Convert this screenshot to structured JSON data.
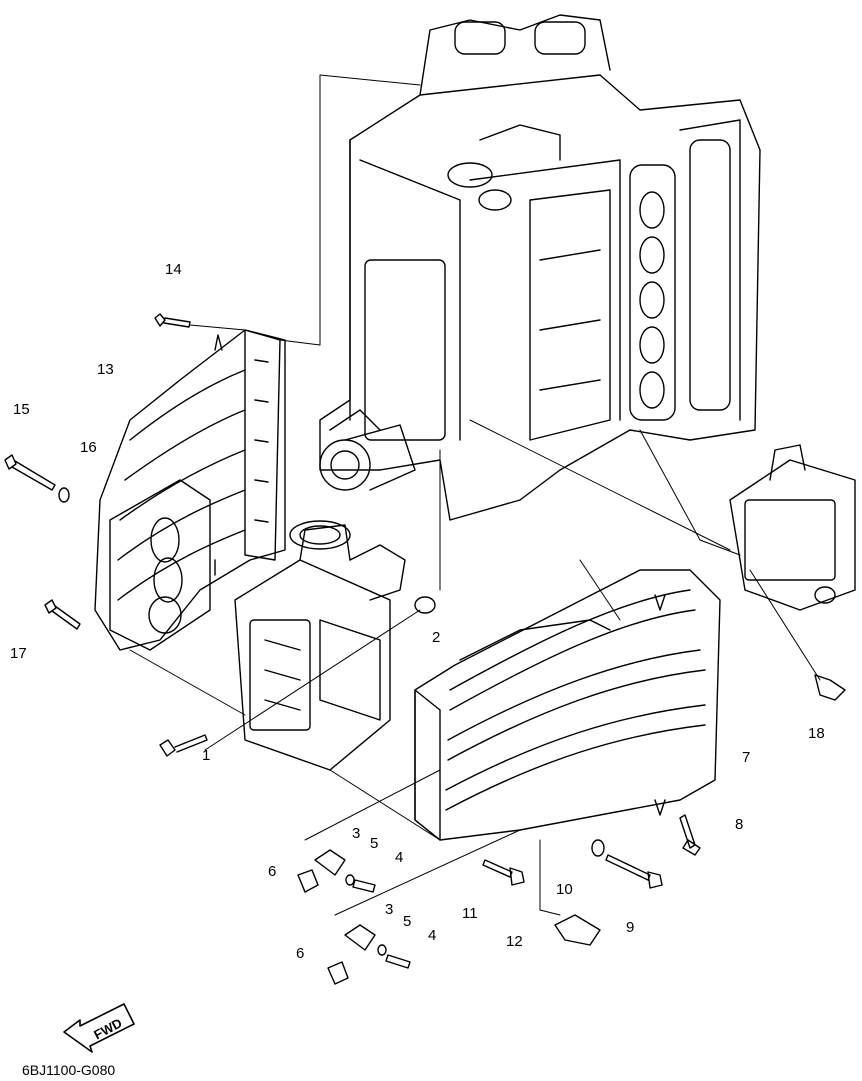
{
  "diagram": {
    "part_code": "6BJ1100-G080",
    "direction_label": "FWD",
    "callouts": [
      "1",
      "2",
      "3",
      "4",
      "5",
      "6",
      "7",
      "8",
      "9",
      "10",
      "11",
      "12",
      "13",
      "14",
      "15",
      "16",
      "17",
      "18",
      "3",
      "4",
      "5",
      "6"
    ]
  },
  "colors": {
    "line": "#000000",
    "background": "#ffffff"
  }
}
